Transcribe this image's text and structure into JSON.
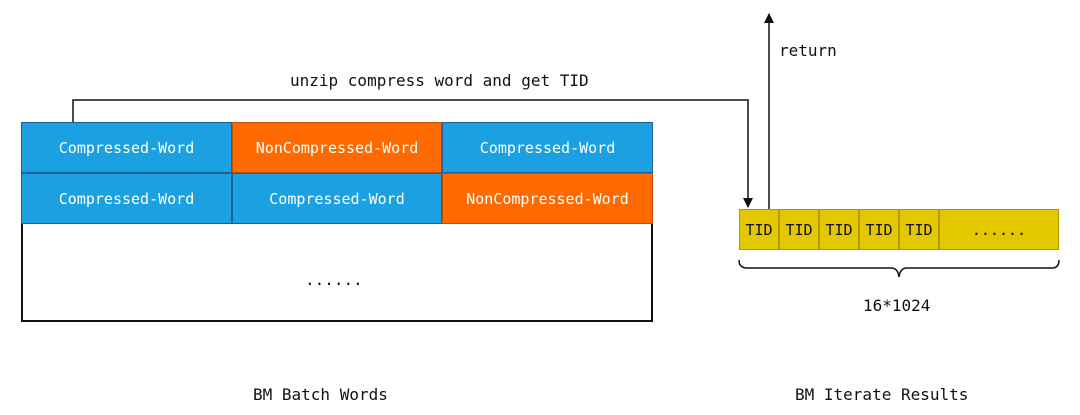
{
  "flow": {
    "label": "unzip compress word and get TID",
    "return_label": "return"
  },
  "batch": {
    "title": "BM Batch Words",
    "rows": [
      [
        {
          "text": "Compressed-Word",
          "kind": "compressed"
        },
        {
          "text": "NonCompressed-Word",
          "kind": "noncompressed"
        },
        {
          "text": "Compressed-Word",
          "kind": "compressed"
        }
      ],
      [
        {
          "text": "Compressed-Word",
          "kind": "compressed"
        },
        {
          "text": "Compressed-Word",
          "kind": "compressed"
        },
        {
          "text": "NonCompressed-Word",
          "kind": "noncompressed"
        }
      ]
    ],
    "ellipsis": "......"
  },
  "results": {
    "title": "BM Iterate Results",
    "cells": [
      "TID",
      "TID",
      "TID",
      "TID",
      "TID",
      "......"
    ],
    "size_label": "16*1024"
  },
  "colors": {
    "compressed": "#1ba1e2",
    "noncompressed": "#ff6a00",
    "tid": "#e3c800",
    "line": "#111111"
  }
}
